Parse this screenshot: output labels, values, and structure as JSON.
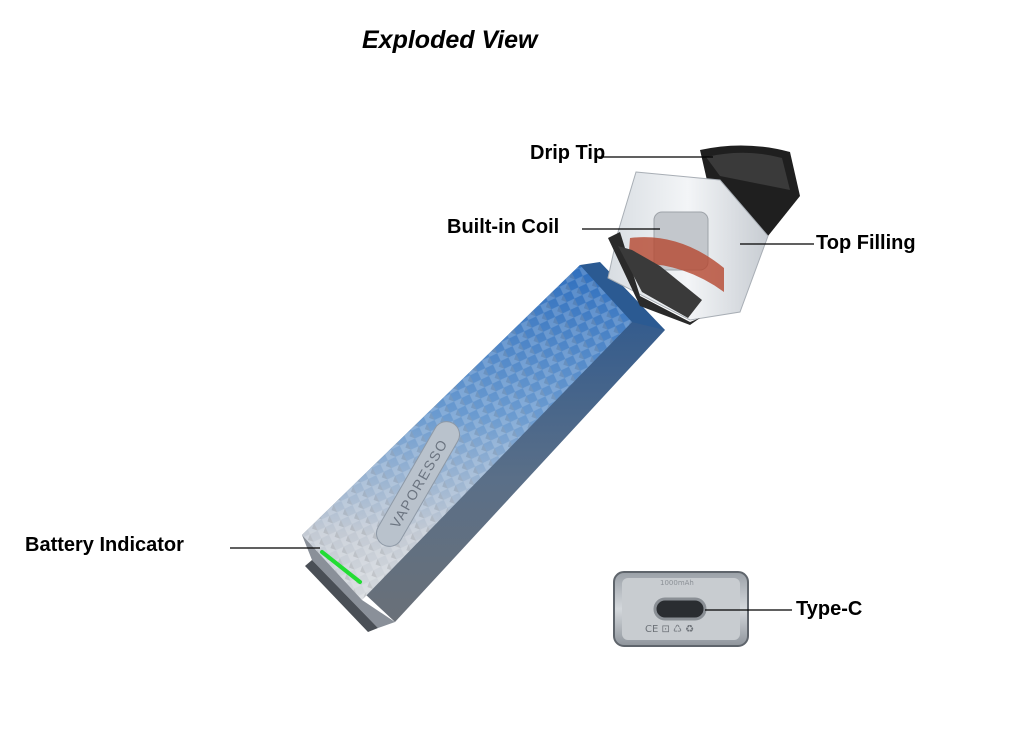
{
  "title": "Exploded View",
  "labels": {
    "drip_tip": "Drip Tip",
    "built_in_coil": "Built-in Coil",
    "top_filling": "Top Filling",
    "battery_indicator": "Battery Indicator",
    "type_c": "Type-C"
  },
  "device": {
    "brand_text": "VAPORESSO",
    "colors": {
      "body_top": "#3d7fc4",
      "body_bottom": "#c9ced6",
      "indicator_led": "#22dd33",
      "pod_cap": "#1e1e1e",
      "coil_accent": "#b5472f"
    }
  }
}
